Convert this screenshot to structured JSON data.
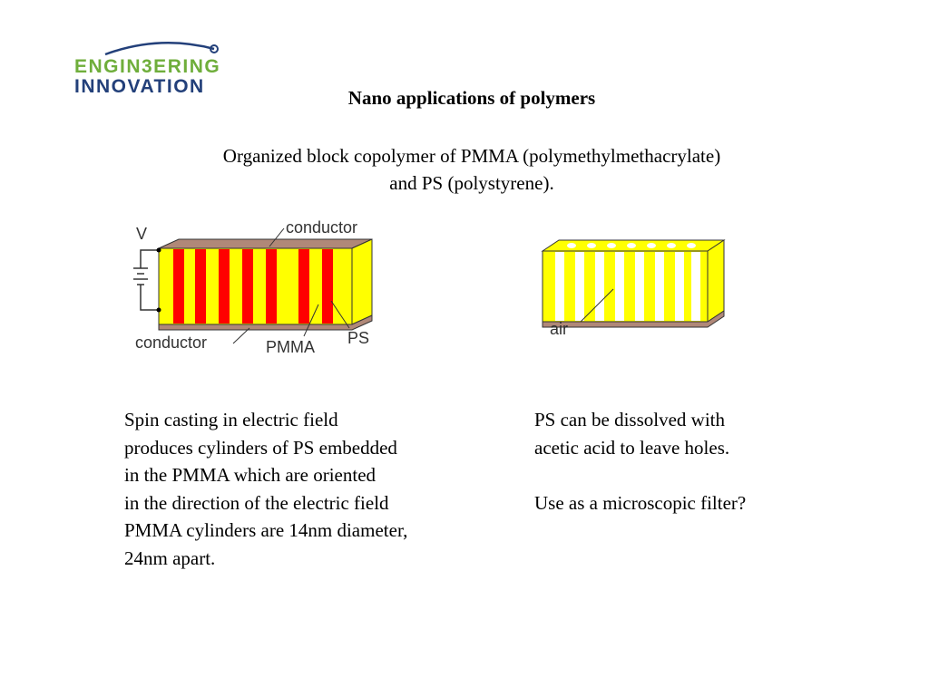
{
  "logo": {
    "line1": "ENGIN3ERING",
    "line2": "INNOVATION",
    "color_green": "#6fae3b",
    "color_blue": "#23407a"
  },
  "title": "Nano applications of polymers",
  "subtitle": {
    "line1": "Organized block copolymer  of PMMA (polymethylmethacrylate)",
    "line2": "and PS (polystyrene)."
  },
  "left_figure": {
    "labels": {
      "voltage": "V",
      "top_conductor": "conductor",
      "bottom_conductor": "conductor",
      "pmma": "PMMA",
      "ps": "PS"
    },
    "colors": {
      "yellow": "#ffff00",
      "red": "#ff0000",
      "brown": "#b08878"
    }
  },
  "right_figure": {
    "labels": {
      "air": "air"
    },
    "colors": {
      "yellow": "#ffff00",
      "hole": "#ffffff",
      "brown": "#b08878"
    }
  },
  "left_caption": [
    "Spin casting in electric field",
    "produces cylinders of PS embedded",
    "in the PMMA which are oriented",
    "in the direction of the electric field",
    "PMMA cylinders are 14nm diameter,",
    "24nm apart."
  ],
  "right_caption": {
    "line1": "PS can be dissolved with",
    "line2": "acetic acid to leave holes.",
    "line3": "Use as a microscopic filter?"
  }
}
